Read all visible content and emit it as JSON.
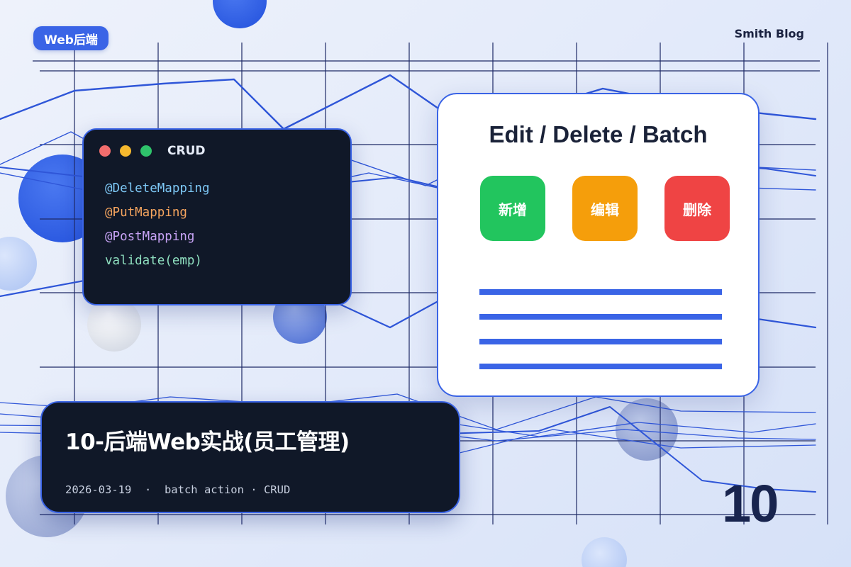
{
  "header": {
    "category_tag": "Web后端",
    "brand": "Smith Blog"
  },
  "code_card": {
    "title": "CRUD",
    "window_dots": [
      "#f26d6d",
      "#f5b82e",
      "#2fc36b"
    ],
    "lines": [
      {
        "text": "@DeleteMapping",
        "color": "#7dc7f5"
      },
      {
        "text": "@PutMapping",
        "color": "#f5a45e"
      },
      {
        "text": "@PostMapping",
        "color": "#c7a3f5"
      },
      {
        "text": "validate(emp)",
        "color": "#8fe0c0"
      }
    ]
  },
  "ui_mock": {
    "title": "Edit / Delete / Batch",
    "buttons": [
      {
        "label": "新增",
        "color": "#22c55e"
      },
      {
        "label": "编辑",
        "color": "#f59e0b"
      },
      {
        "label": "删除",
        "color": "#ef4444"
      }
    ],
    "list_line_count": 4
  },
  "title_card": {
    "title": "10-后端Web实战(员工管理)",
    "meta": "2026-03-19  ·  batch action · CRUD"
  },
  "episode_number": "10",
  "colors": {
    "accent": "#3a64e6",
    "dark_card": "#101828",
    "grid_line": "#1e2a66"
  }
}
